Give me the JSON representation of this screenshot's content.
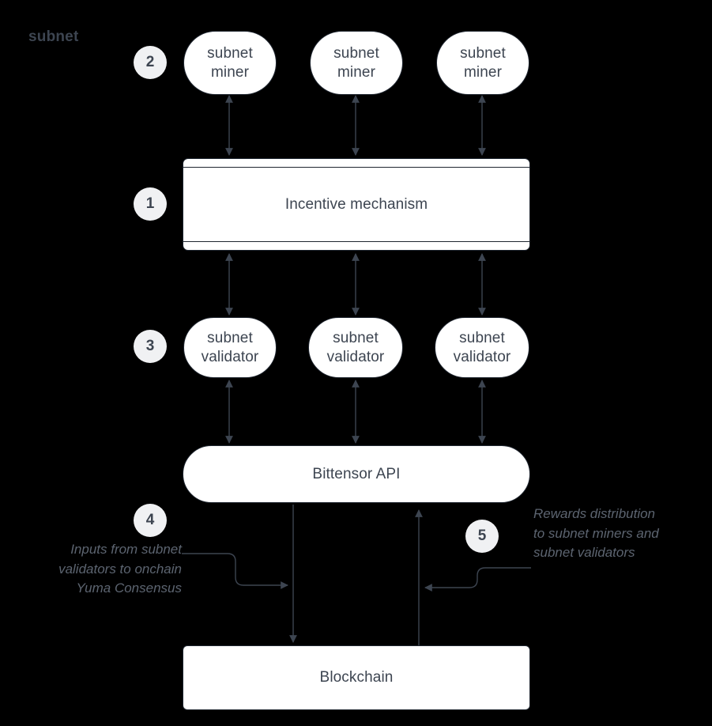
{
  "diagram": {
    "title": "subnet",
    "background_color": "#000000",
    "node_fill": "#ffffff",
    "node_stroke": "#1f2630",
    "text_color": "#3d4551",
    "caption_color": "#5c6470",
    "badge_fill": "#f0f1f3",
    "connector_color": "#3d4551"
  },
  "badges": [
    {
      "number": "1",
      "for": "incentive-mechanism"
    },
    {
      "number": "2",
      "for": "subnet-miners"
    },
    {
      "number": "3",
      "for": "subnet-validators"
    },
    {
      "number": "4",
      "for": "inputs-caption"
    },
    {
      "number": "5",
      "for": "rewards-caption"
    }
  ],
  "miners": [
    {
      "line1": "subnet",
      "line2": "miner"
    },
    {
      "line1": "subnet",
      "line2": "miner"
    },
    {
      "line1": "subnet",
      "line2": "miner"
    }
  ],
  "validators": [
    {
      "line1": "subnet",
      "line2": "validator"
    },
    {
      "line1": "subnet",
      "line2": "validator"
    },
    {
      "line1": "subnet",
      "line2": "validator"
    }
  ],
  "incentive": {
    "label": "Incentive mechanism"
  },
  "api": {
    "label": "Bittensor API"
  },
  "blockchain": {
    "label": "Blockchain"
  },
  "captions": {
    "inputs": {
      "line1": "Inputs from subnet",
      "line2": "validators to onchain",
      "line3": "Yuma Consensus"
    },
    "rewards": {
      "line1": "Rewards distribution",
      "line2": "to subnet miners and",
      "line3": "subnet validators"
    }
  }
}
